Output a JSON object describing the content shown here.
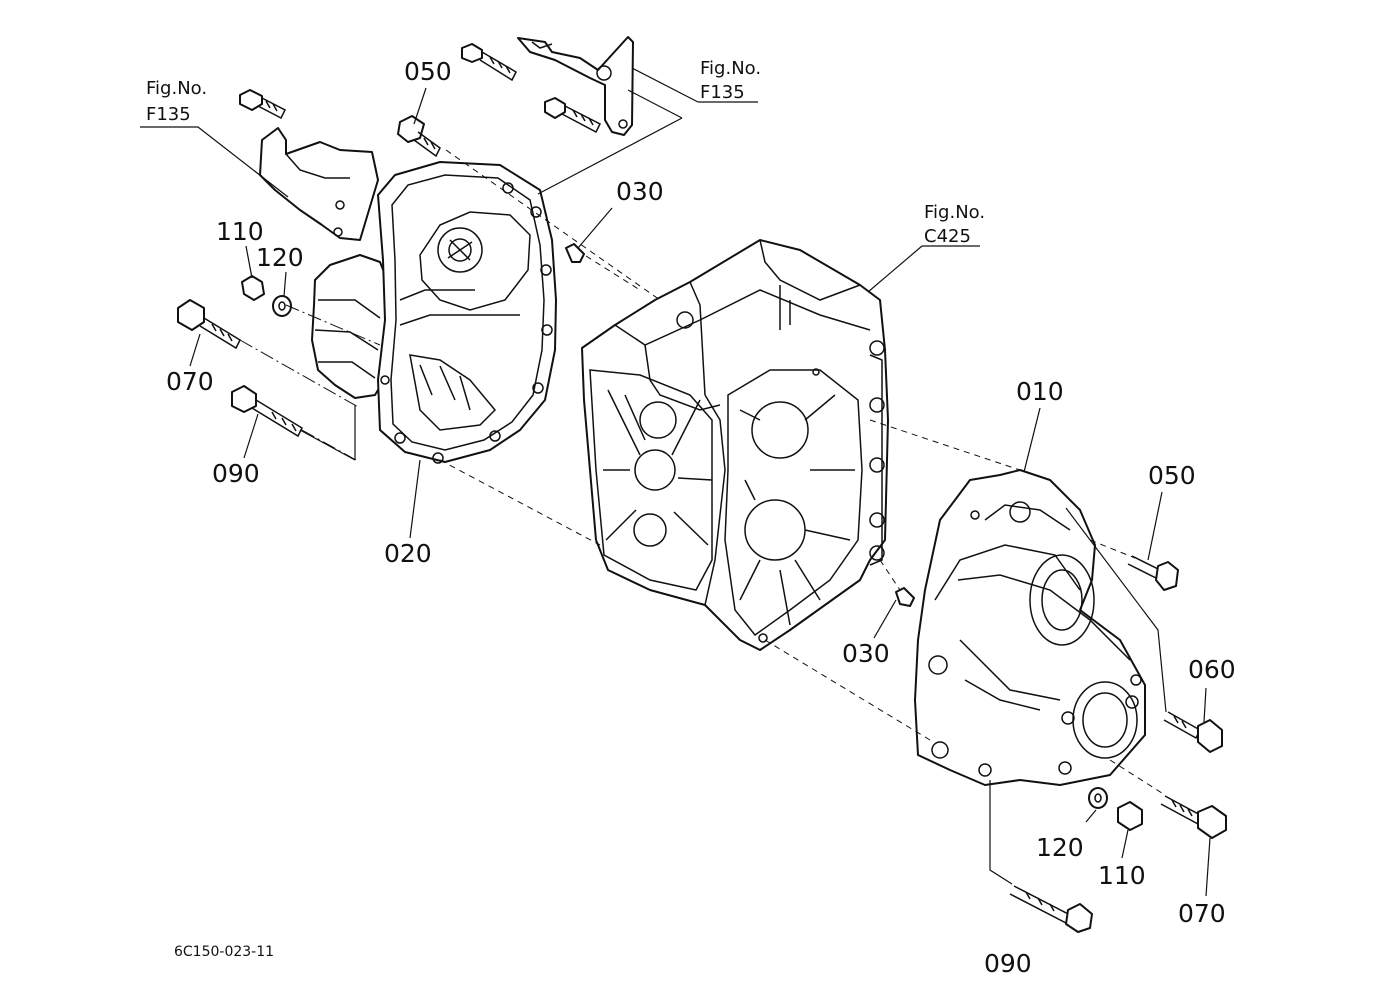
{
  "figure_refs": {
    "left": {
      "line1": "Fig.No.",
      "line2": "F135"
    },
    "top": {
      "line1": "Fig.No.",
      "line2": "F135"
    },
    "case": {
      "line1": "Fig.No.",
      "line2": "C425"
    }
  },
  "callouts": {
    "c050_top": "050",
    "c030_top": "030",
    "c110_left": "110",
    "c120_left": "120",
    "c070_left": "070",
    "c090_left": "090",
    "c020": "020",
    "c010": "010",
    "c050_right": "050",
    "c030_mid": "030",
    "c060": "060",
    "c120_right": "120",
    "c110_right": "110",
    "c070_right": "070",
    "c090_right": "090"
  },
  "drawing_number": "6C150-023-11"
}
